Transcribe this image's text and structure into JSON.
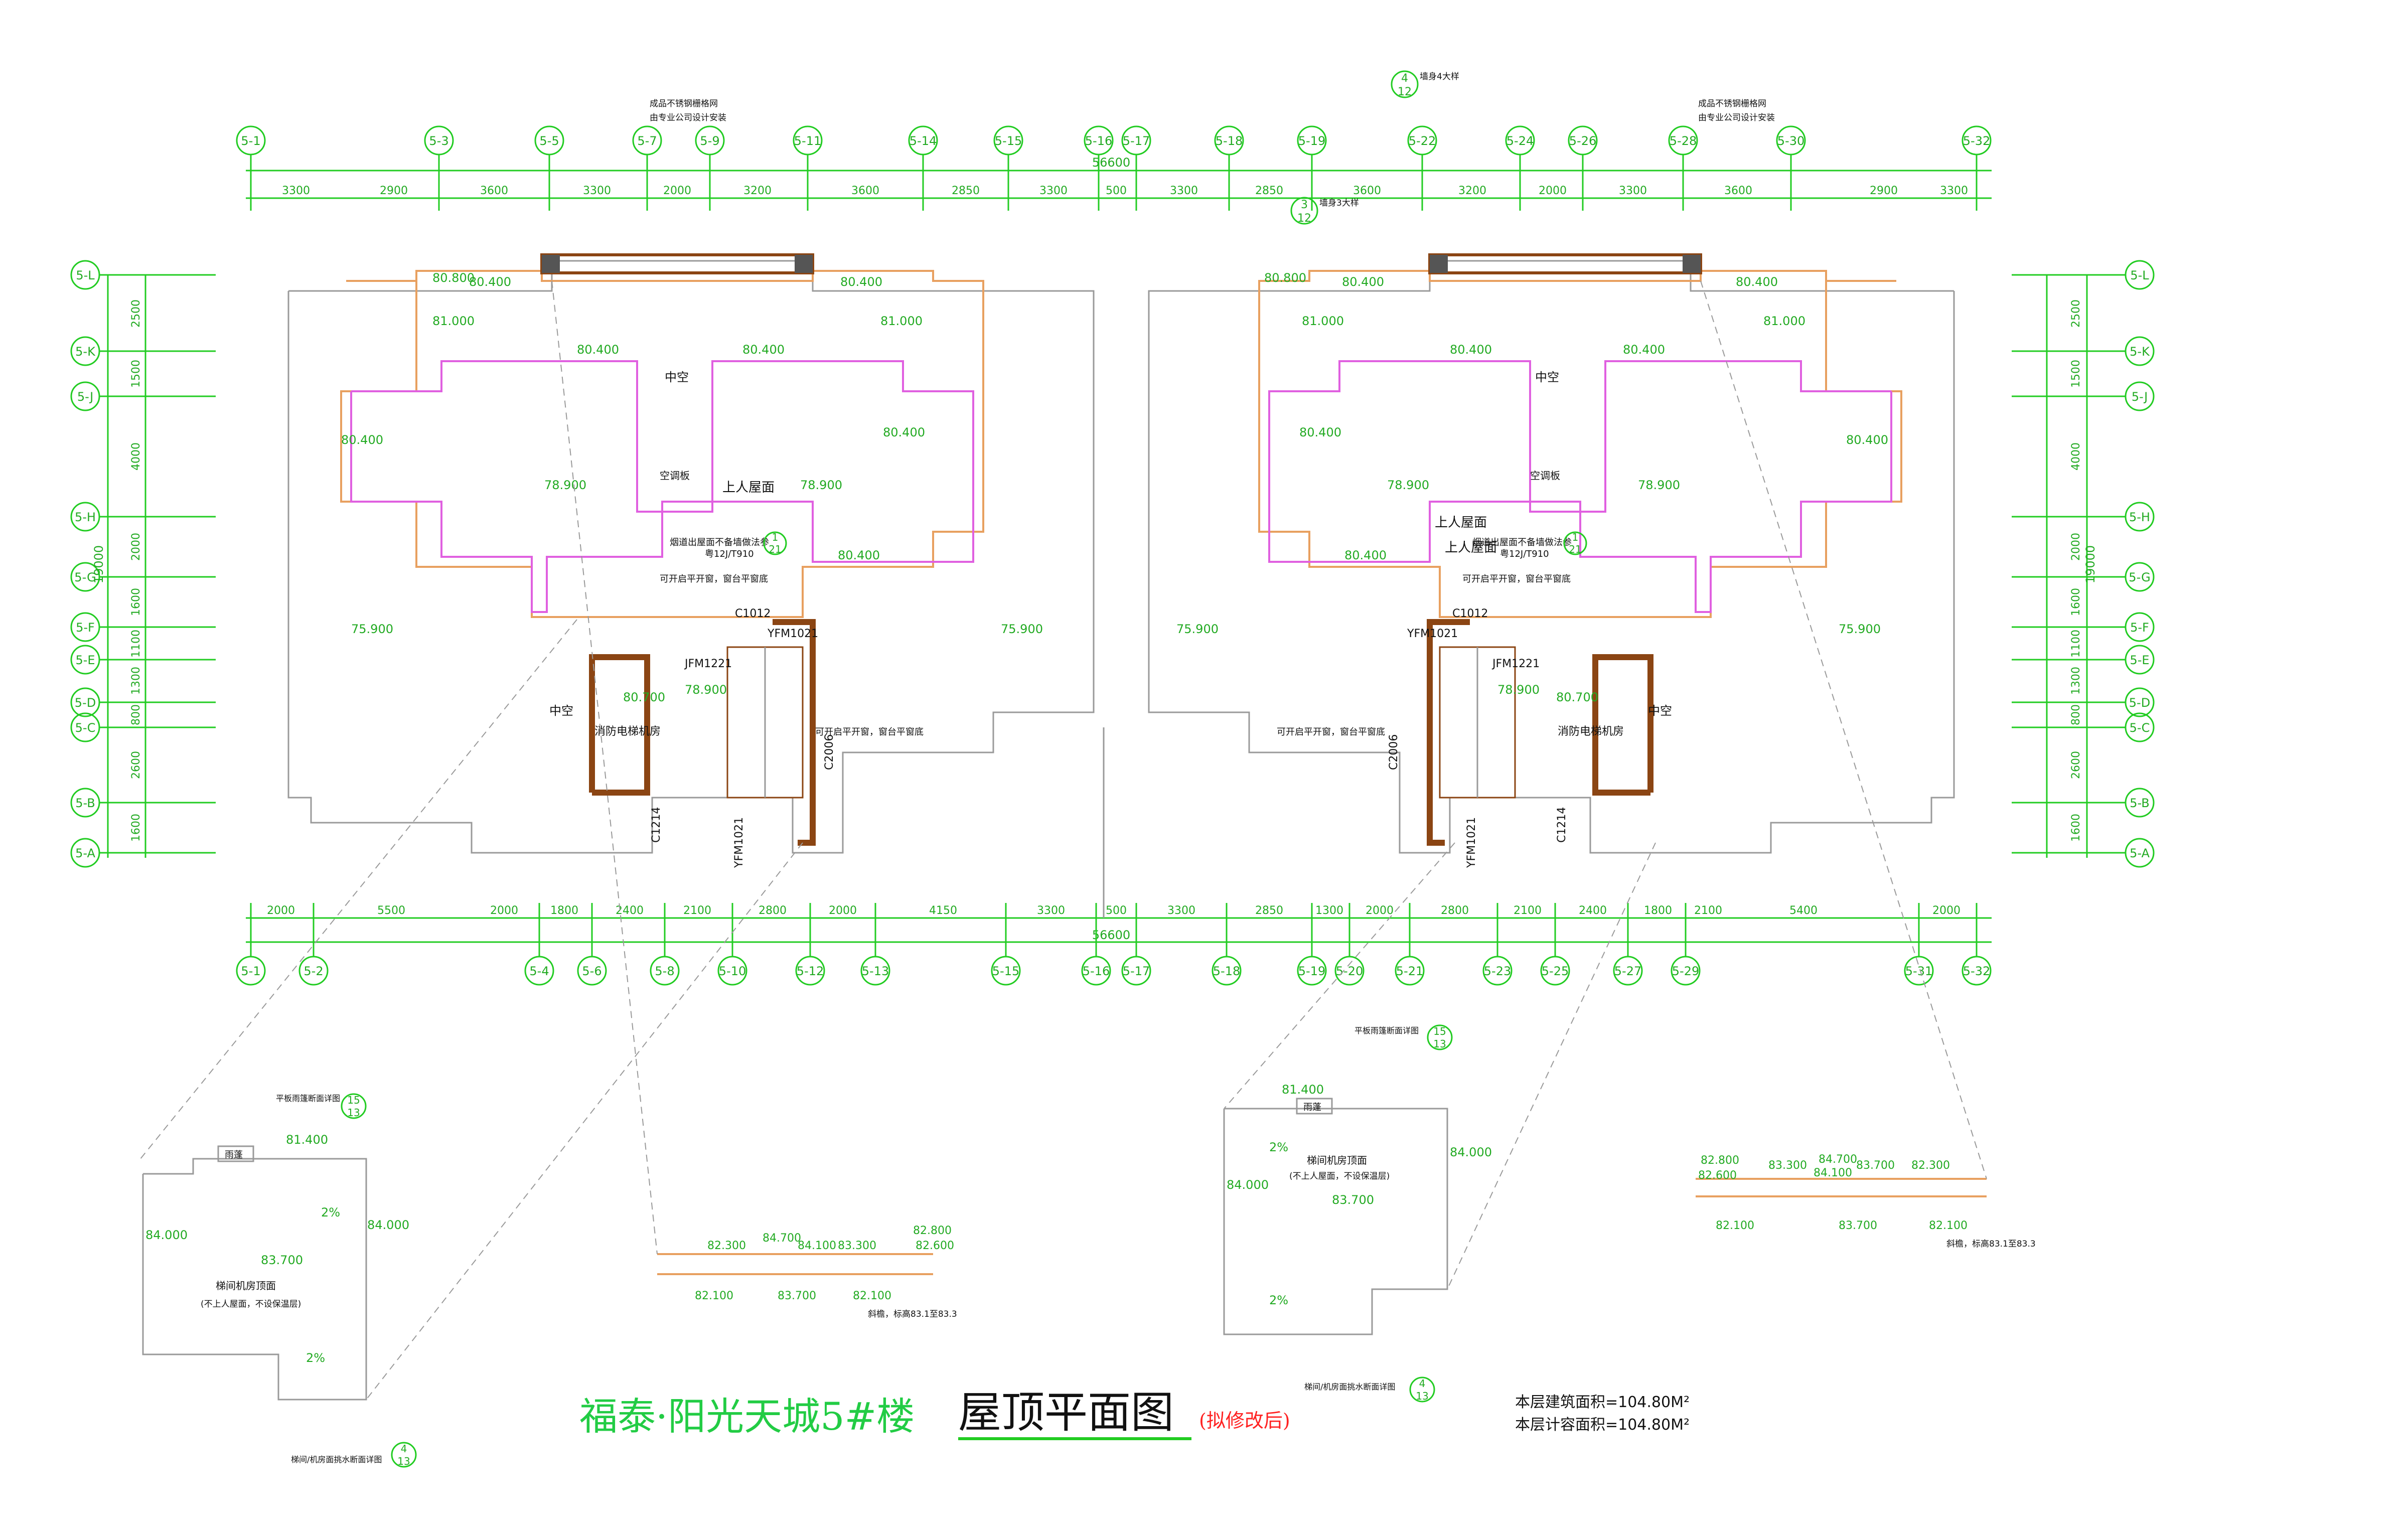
{
  "title": {
    "project": "福泰·阳光天城5#楼",
    "drawing": "屋顶平面图",
    "note": "(拟修改后)"
  },
  "areas": {
    "building": "本层建筑面积=104.80M²",
    "plot": "本层计容面积=104.80M²"
  },
  "axes_top": [
    "5-1",
    "5-3",
    "5-5",
    "5-7",
    "5-9",
    "5-11",
    "5-14",
    "5-15",
    "5-16",
    "5-17",
    "5-18",
    "5-19",
    "5-22",
    "5-24",
    "5-26",
    "5-28",
    "5-30",
    "5-32"
  ],
  "axes_bottom": [
    "5-1",
    "5-2",
    "5-4",
    "5-6",
    "5-8",
    "5-10",
    "5-12",
    "5-13",
    "5-15",
    "5-16",
    "5-17",
    "5-18",
    "5-19",
    "5-20",
    "5-21",
    "5-23",
    "5-25",
    "5-27",
    "5-29",
    "5-31",
    "5-32"
  ],
  "axes_side": [
    "5-L",
    "5-K",
    "5-J",
    "5-H",
    "5-G",
    "5-F",
    "5-E",
    "5-D",
    "5-C",
    "5-B",
    "5-A"
  ],
  "dims_top": [
    "3300",
    "2900",
    "3600",
    "3300",
    "2000",
    "3200",
    "3600",
    "2850",
    "3300",
    "500",
    "3300",
    "2850",
    "3600",
    "3200",
    "2000",
    "3300",
    "3600",
    "2900",
    "3300"
  ],
  "dims_bottom": [
    "2000",
    "5500",
    "2000",
    "1800",
    "2400",
    "2100",
    "2800",
    "2000",
    "4150",
    "3300",
    "500",
    "3300",
    "2850",
    "1300",
    "2000",
    "2800",
    "2100",
    "2400",
    "1800",
    "2100",
    "5400",
    "2000"
  ],
  "dims_side": [
    "2500",
    "1500",
    "4000",
    "2000",
    "1600",
    "1100",
    "1300",
    "800",
    "2600",
    "1600"
  ],
  "total_width": "56600",
  "total_height": "19000",
  "labels": {
    "upper_roof": "上人屋面",
    "void": "中空",
    "elevator_room": "消防电梯机房",
    "stair_roof": "梯间机房顶面",
    "stair_roof_note": "(不上人屋面，不设保温层)",
    "canopy": "雨蓬",
    "ac_board": "空调板",
    "railing_note1": "成品不锈钢栅格网",
    "railing_note2": "由专业公司设计安装",
    "window_note": "可开启平开窗，窗台平窗底",
    "flue_note": "烟道出屋面不备墙做法参",
    "flue_ref": "粤12J/T910",
    "gutter_detail": "平板雨篷断面详图",
    "waterproof_detail": "梯间/机房面挑水断面详图",
    "slope_label": "斜檐，标高83.1至83.3"
  },
  "elevations": {
    "e1": "80.800",
    "e2": "80.400",
    "e3": "81.000",
    "e4": "78.900",
    "e5": "75.900",
    "e6": "80.700",
    "e7": "84.000",
    "e8": "83.700",
    "e9": "81.400",
    "e10": "82.300",
    "e11": "82.800",
    "e12": "82.600",
    "e13": "82.100",
    "e14": "84.100",
    "e15": "84.700",
    "e16": "83.300"
  },
  "doors": {
    "d1": "C1012",
    "d2": "YFM1021",
    "d3": "JFM1221",
    "d4": "C2006",
    "d5": "C1214",
    "d6": "YFM1021"
  },
  "details": {
    "ref_top": "4",
    "ref_top_sheet": "12",
    "ref_mid": "3",
    "ref_mid_sheet": "12",
    "ref_15": "15",
    "ref_15_sheet": "13",
    "ref_4": "4",
    "ref_4_sheet": "13",
    "ref_1": "1",
    "ref_1_sheet": "21",
    "detail_top_note": "墙身4大样",
    "detail_mid_note": "墙身3大样"
  },
  "slope": "2%"
}
